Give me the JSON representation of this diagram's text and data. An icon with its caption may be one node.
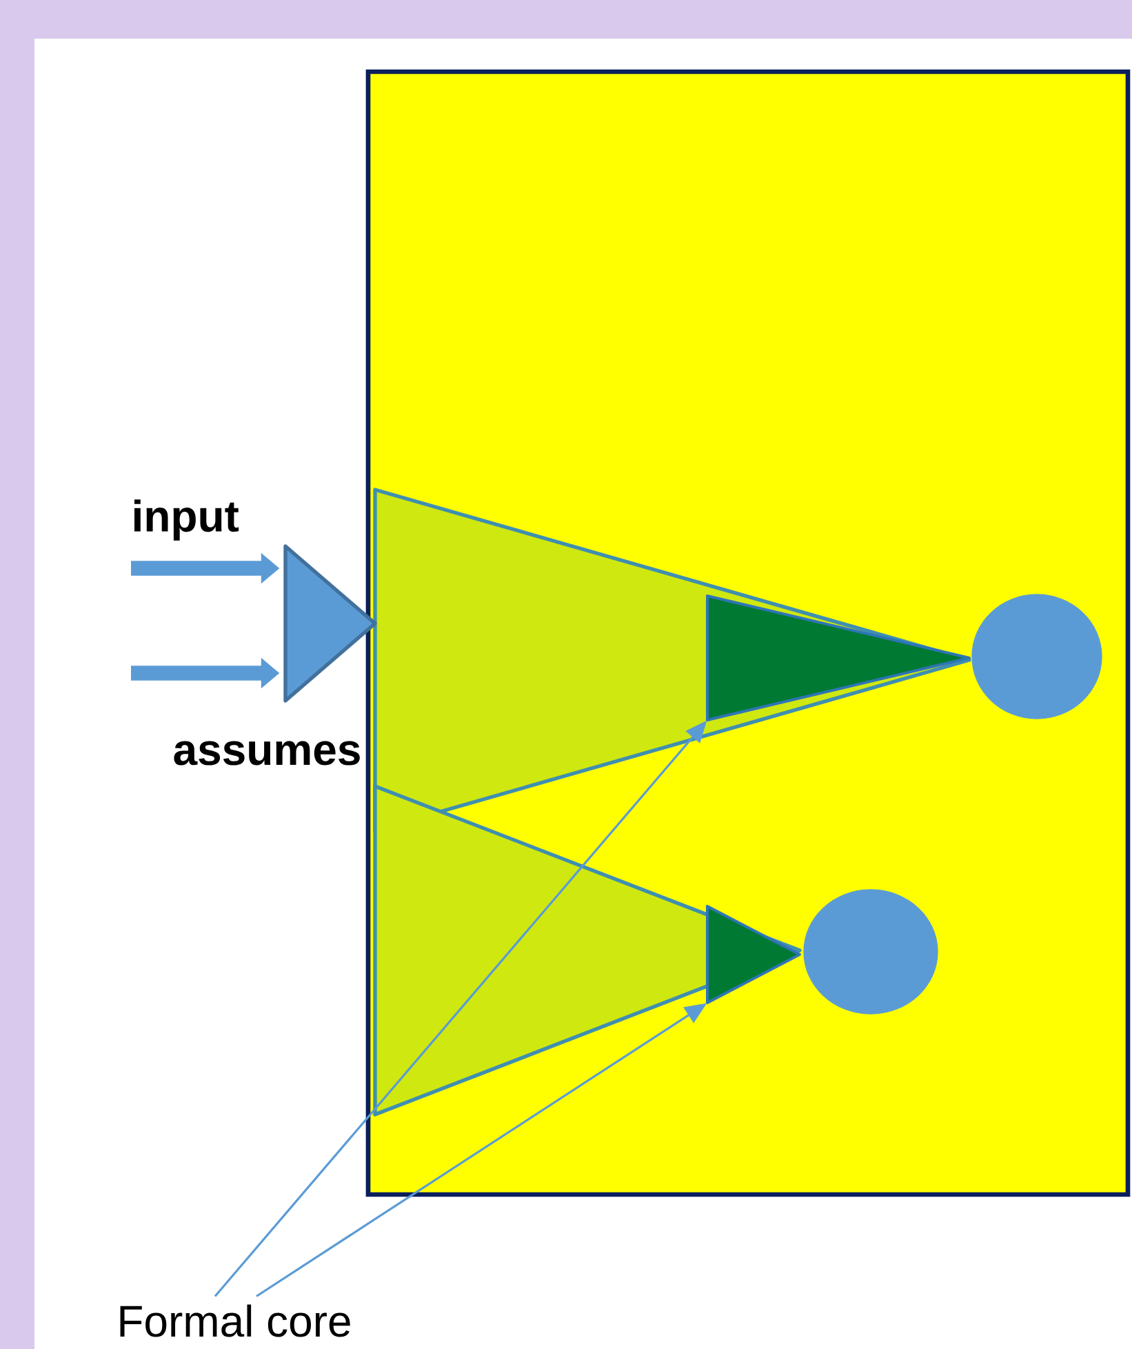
{
  "diagram": {
    "nodes": [
      {
        "text": [],
        "shape": "box"
      },
      {
        "text": [],
        "shape": "triangle",
        "in": 0
      },
      {
        "text": [],
        "shape": "triangle",
        "in": 1
      },
      {
        "text": [],
        "shape": "circle",
        "in": 0
      },
      {
        "text": [],
        "shape": "triangle",
        "in": 0
      },
      {
        "text": [],
        "shape": "triangle",
        "in": 4
      },
      {
        "text": [],
        "shape": "circle",
        "in": 0
      },
      {
        "text": [],
        "shape": "triangle"
      },
      {
        "text": [
          "Formal core"
        ]
      }
    ],
    "edges": [
      {
        "from": null,
        "to": 7,
        "arrow": "to",
        "style": "thick"
      },
      {
        "from": null,
        "to": 7,
        "arrow": "to",
        "style": "thick"
      },
      {
        "from": 8,
        "to": 2,
        "arrow": "to"
      },
      {
        "from": 8,
        "to": 5,
        "arrow": "to"
      }
    ],
    "labels": [
      "input",
      "assumes"
    ]
  }
}
